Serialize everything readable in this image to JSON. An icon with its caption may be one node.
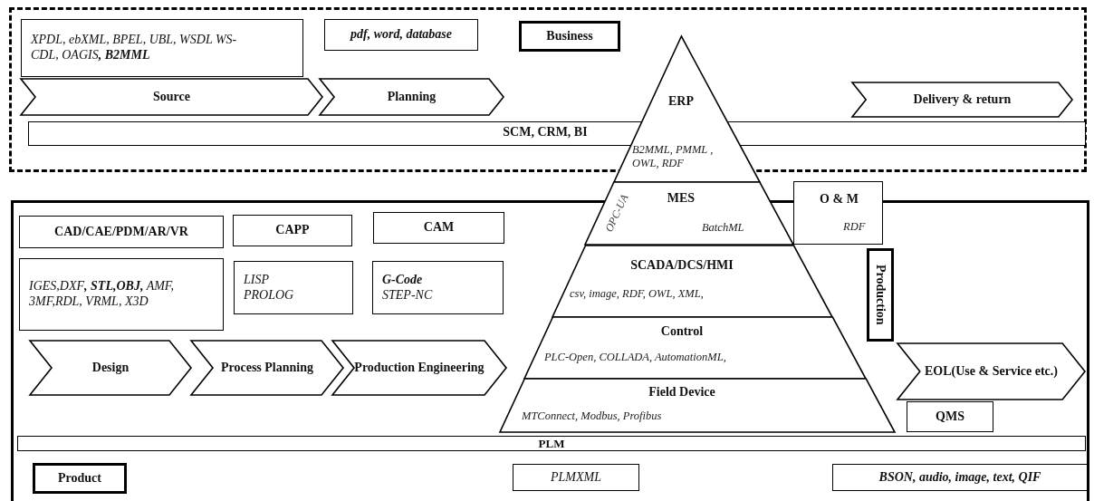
{
  "diagram": {
    "nodes": [
      {
        "text": [],
        "shape": "box"
      },
      {
        "text": [
          "XPDL, ebXML, BPEL, UBL, WSDL WS-CDL, OAGIS**, B2MML**"
        ],
        "in": 0
      },
      {
        "text": [
          "pdf, word, database"
        ],
        "in": 0
      },
      {
        "text": [
          "Business"
        ],
        "in": 0
      },
      {
        "text": [
          "Source"
        ],
        "in": 0
      },
      {
        "text": [
          "Planning"
        ],
        "in": 0
      },
      {
        "text": [
          "Delivery & return"
        ],
        "in": 0
      },
      {
        "text": [
          "SCM, CRM, BI"
        ],
        "in": 0
      },
      {
        "text": [],
        "shape": "box"
      },
      {
        "text": [
          "CAD/CAE/PDM/AR/VR"
        ],
        "in": 8
      },
      {
        "text": [
          "CAPP"
        ],
        "in": 8
      },
      {
        "text": [
          "CAM"
        ],
        "in": 8
      },
      {
        "text": [
          "IGES,DXF**, STL,OBJ,** AMF, 3MF,RDL, VRML, X3D"
        ],
        "in": 8
      },
      {
        "text": [
          "LISP PROLOG"
        ],
        "in": 8
      },
      {
        "text": [
          "**G-Code** STEP-NC"
        ],
        "in": 8
      },
      {
        "text": [
          "Design"
        ],
        "in": 8
      },
      {
        "text": [
          "Process Planning"
        ],
        "in": 8
      },
      {
        "text": [
          "Production Engineering"
        ],
        "in": 8
      },
      {
        "text": [
          "ERP",
          "B2MML, PMML , OWL, RDF"
        ]
      },
      {
        "text": [
          "MES",
          "BatchML"
        ]
      },
      {
        "text": [
          "SCADA/DCS/HMI",
          "csv, image, RDF, OWL, XML,"
        ],
        "in": 8
      },
      {
        "text": [
          "Control",
          "PLC-Open, COLLADA, AutomationML,"
        ],
        "in": 8
      },
      {
        "text": [
          "Field Device",
          "MTConnect, Modbus, Profibus"
        ],
        "in": 8
      },
      {
        "text": [
          "O & M",
          "RDF"
        ]
      },
      {
        "text": [
          "Production"
        ],
        "in": 8
      },
      {
        "text": [
          "EOL(Use & Service etc.)"
        ],
        "in": 8
      },
      {
        "text": [
          "QMS"
        ],
        "in": 8
      },
      {
        "text": [
          "PLM"
        ],
        "in": 8
      },
      {
        "text": [
          "Product"
        ],
        "in": 8
      },
      {
        "text": [
          "PLMXML"
        ],
        "in": 8
      },
      {
        "text": [
          "BSON, audio, image, text, QIF"
        ],
        "in": 8
      }
    ],
    "labels": [
      "OPC-UA"
    ]
  }
}
